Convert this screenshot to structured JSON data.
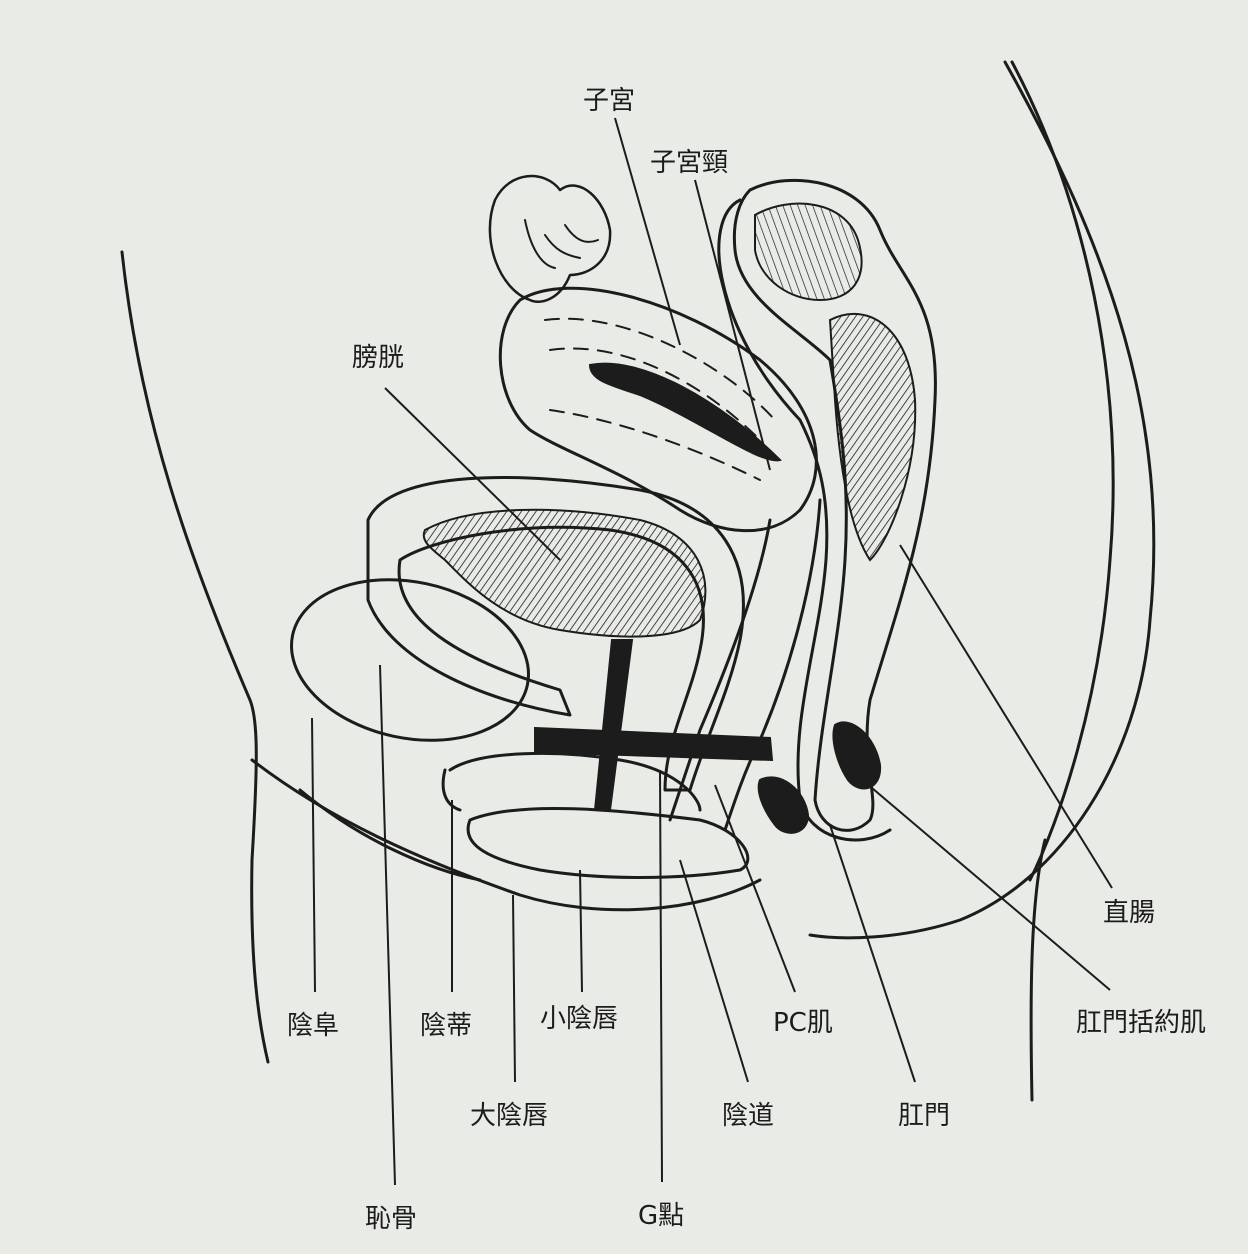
{
  "diagram": {
    "labels": {
      "uterus": "子宮",
      "cervix": "子宮頸",
      "bladder": "膀胱",
      "mons_pubis": "陰阜",
      "pubic_bone": "恥骨",
      "clitoris": "陰蒂",
      "labia_majora": "大陰唇",
      "labia_minora": "小陰唇",
      "g_spot": "G點",
      "vagina": "陰道",
      "pc_muscle": "PC肌",
      "anus": "肛門",
      "rectum": "直腸",
      "anal_sphincter": "肛門括約肌"
    },
    "colors": {
      "paper": "#e9ebe7",
      "ink": "#1c1c1c"
    }
  }
}
